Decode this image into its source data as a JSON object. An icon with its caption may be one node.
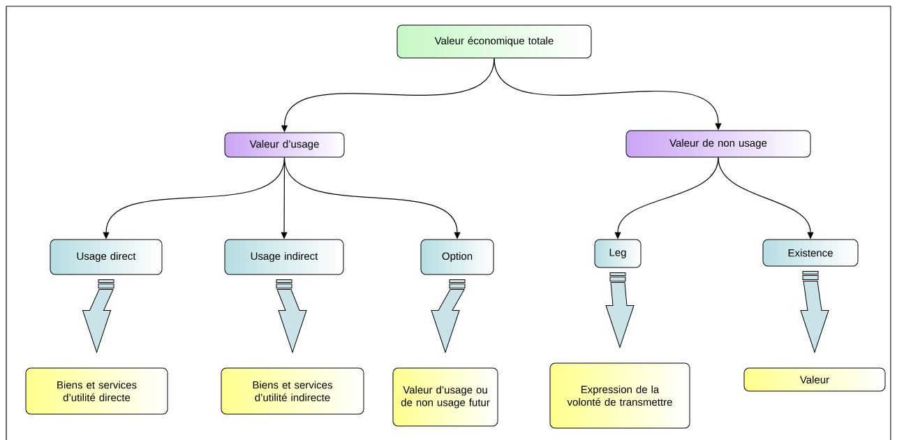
{
  "diagram": {
    "nodes": [
      {
        "text": [
          "Valeur économique totale"
        ]
      },
      {
        "text": [
          "Valeur d’usage"
        ]
      },
      {
        "text": [
          "Valeur de non usage"
        ]
      },
      {
        "text": [
          "Usage direct"
        ]
      },
      {
        "text": [
          "Usage indirect"
        ]
      },
      {
        "text": [
          "Option"
        ]
      },
      {
        "text": [
          "Leg"
        ]
      },
      {
        "text": [
          "Existence"
        ]
      },
      {
        "text": [
          "Biens et services d’utilité directe"
        ]
      },
      {
        "text": [
          "Biens et services d’utilité indirecte"
        ]
      },
      {
        "text": [
          "Valeur d’usage ou de non usage futur"
        ]
      },
      {
        "text": [
          "Expression de la volonté de transmettre"
        ]
      },
      {
        "text": [
          "Valeur"
        ]
      }
    ],
    "edges": [
      {
        "from": 0,
        "to": 1,
        "arrow": "to"
      },
      {
        "from": 0,
        "to": 2,
        "arrow": "to"
      },
      {
        "from": 1,
        "to": 3,
        "arrow": "to"
      },
      {
        "from": 1,
        "to": 4,
        "arrow": "to"
      },
      {
        "from": 1,
        "to": 5,
        "arrow": "to"
      },
      {
        "from": 2,
        "to": 6,
        "arrow": "to"
      },
      {
        "from": 2,
        "to": 7,
        "arrow": "to"
      },
      {
        "from": 3,
        "to": 8,
        "arrow": "to",
        "style": "thick"
      },
      {
        "from": 4,
        "to": 9,
        "arrow": "to",
        "style": "thick"
      },
      {
        "from": 5,
        "to": 10,
        "arrow": "to",
        "style": "thick"
      },
      {
        "from": 6,
        "to": 11,
        "arrow": "to",
        "style": "thick"
      },
      {
        "from": 7,
        "to": 12,
        "arrow": "to",
        "style": "thick"
      }
    ]
  }
}
